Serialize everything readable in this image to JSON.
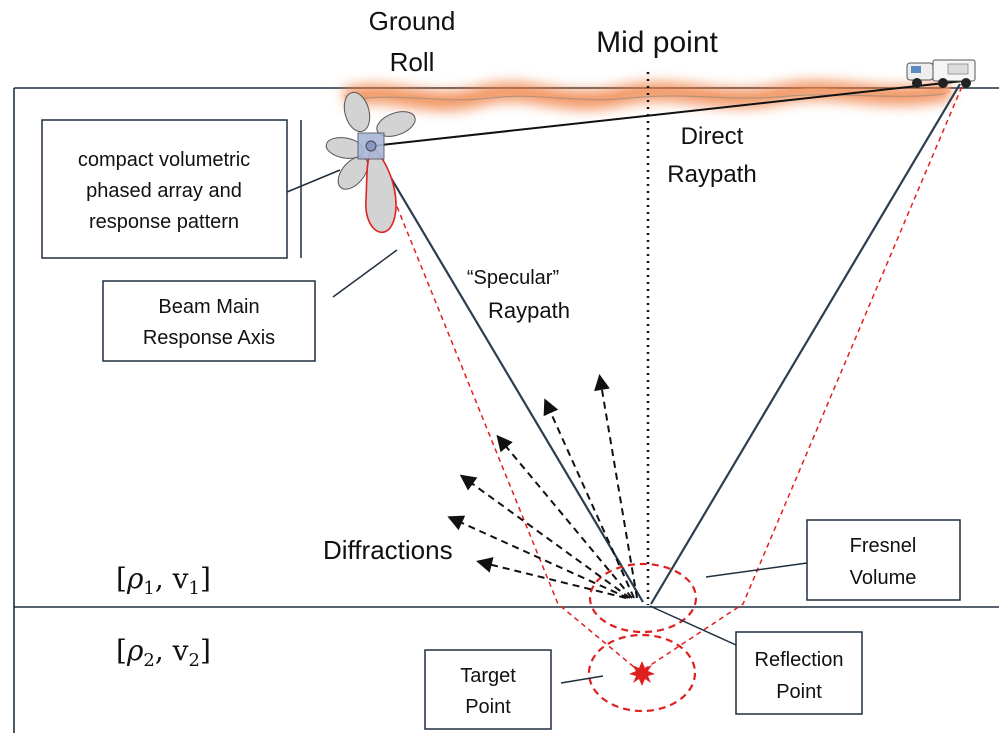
{
  "labels": {
    "ground_roll": [
      "Ground",
      "Roll"
    ],
    "mid_point": "Mid point",
    "direct_raypath": [
      "Direct",
      "Raypath"
    ],
    "array_box": [
      "compact volumetric",
      "phased array and",
      "response pattern"
    ],
    "beam_box": [
      "Beam Main",
      "Response Axis"
    ],
    "specular": [
      "“Specular”",
      "Raypath"
    ],
    "diffractions": "Diffractions",
    "fresnel_box": [
      "Fresnel",
      "Volume"
    ],
    "reflection_box": [
      "Reflection",
      "Point"
    ],
    "target_box": [
      "Target",
      "Point"
    ],
    "layer1": {
      "rho": "ρ",
      "rho_sub": "1",
      "v": "v",
      "v_sub": "1"
    },
    "layer2": {
      "rho": "ρ",
      "rho_sub": "2",
      "v": "v",
      "v_sub": "2"
    }
  },
  "colors": {
    "line": "#1f2f3f",
    "red": "#e02020",
    "ground_roll": "#f07a3a",
    "lobe_fill": "#cccccc"
  },
  "icons": [
    "vibroseis-truck-icon",
    "target-star-icon"
  ]
}
